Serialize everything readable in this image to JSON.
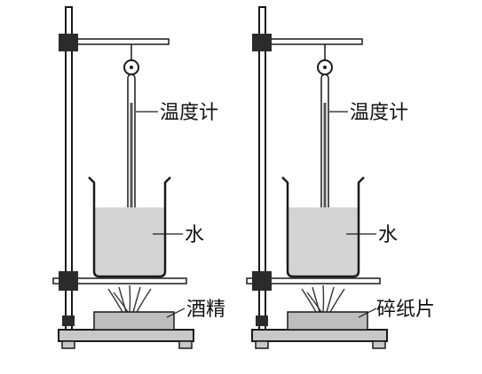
{
  "left_setup": {
    "thermometer_label": "温度计",
    "water_label": "水",
    "fuel_label": "酒精"
  },
  "right_setup": {
    "thermometer_label": "温度计",
    "water_label": "水",
    "fuel_label": "碎纸片"
  },
  "colors": {
    "line": "#1a1a1a",
    "clamp": "#2b2b2b",
    "water": "#d4d4d4",
    "fuel_block": "#bdbdbd",
    "base": "#c8c8c8",
    "background": "#ffffff"
  }
}
